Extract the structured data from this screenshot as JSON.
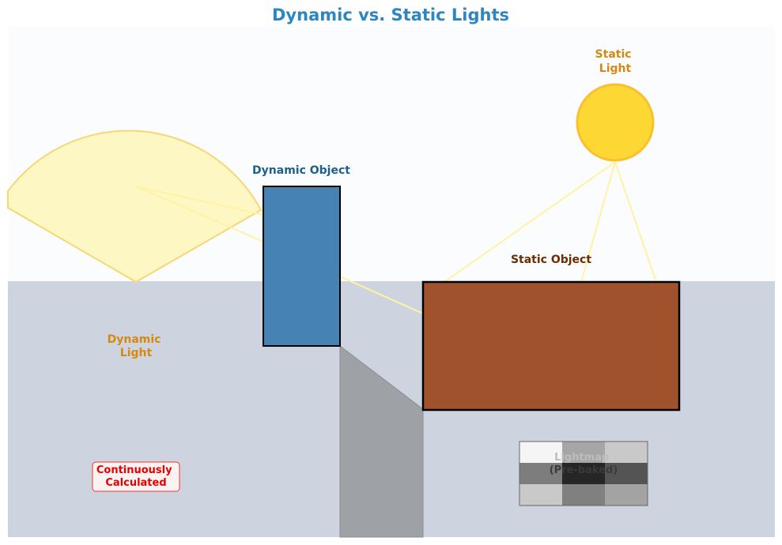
{
  "title": "Dynamic vs. Static Lights",
  "labels": {
    "static_light": [
      "Static",
      "Light"
    ],
    "dynamic_light": [
      "Dynamic",
      "Light"
    ],
    "dynamic_object": "Dynamic Object",
    "static_object": "Static Object",
    "continuous": [
      "Continuously",
      "Calculated"
    ],
    "lightmap": [
      "Lightmap",
      "(Pre-baked)"
    ]
  },
  "colors": {
    "title": "#2e86c1",
    "light_label": "#d68910",
    "dynamic_object_label": "#1f5f8b",
    "static_object_label": "#6e2c00",
    "continuous_text": "#e60000",
    "sky": "#fbfcfe",
    "ground": "#cdd4df",
    "dynamic_object_fill": "#4682b4",
    "static_object_fill": "#a0522d",
    "shadow": "#9ea1a6",
    "sun_fill": "#fdd835",
    "sun_stroke": "#fbc02d",
    "cone_fill": "#fdf7c3",
    "cone_stroke": "#f7d774",
    "ray": "#fff3a3"
  },
  "icons": {
    "static_light": "sun-icon",
    "dynamic_light": "spotlight-cone-icon"
  },
  "lightmap_grid": [
    [
      0.96,
      0.65,
      0.79
    ],
    [
      0.49,
      0.15,
      0.33
    ],
    [
      0.79,
      0.5,
      0.64
    ]
  ]
}
